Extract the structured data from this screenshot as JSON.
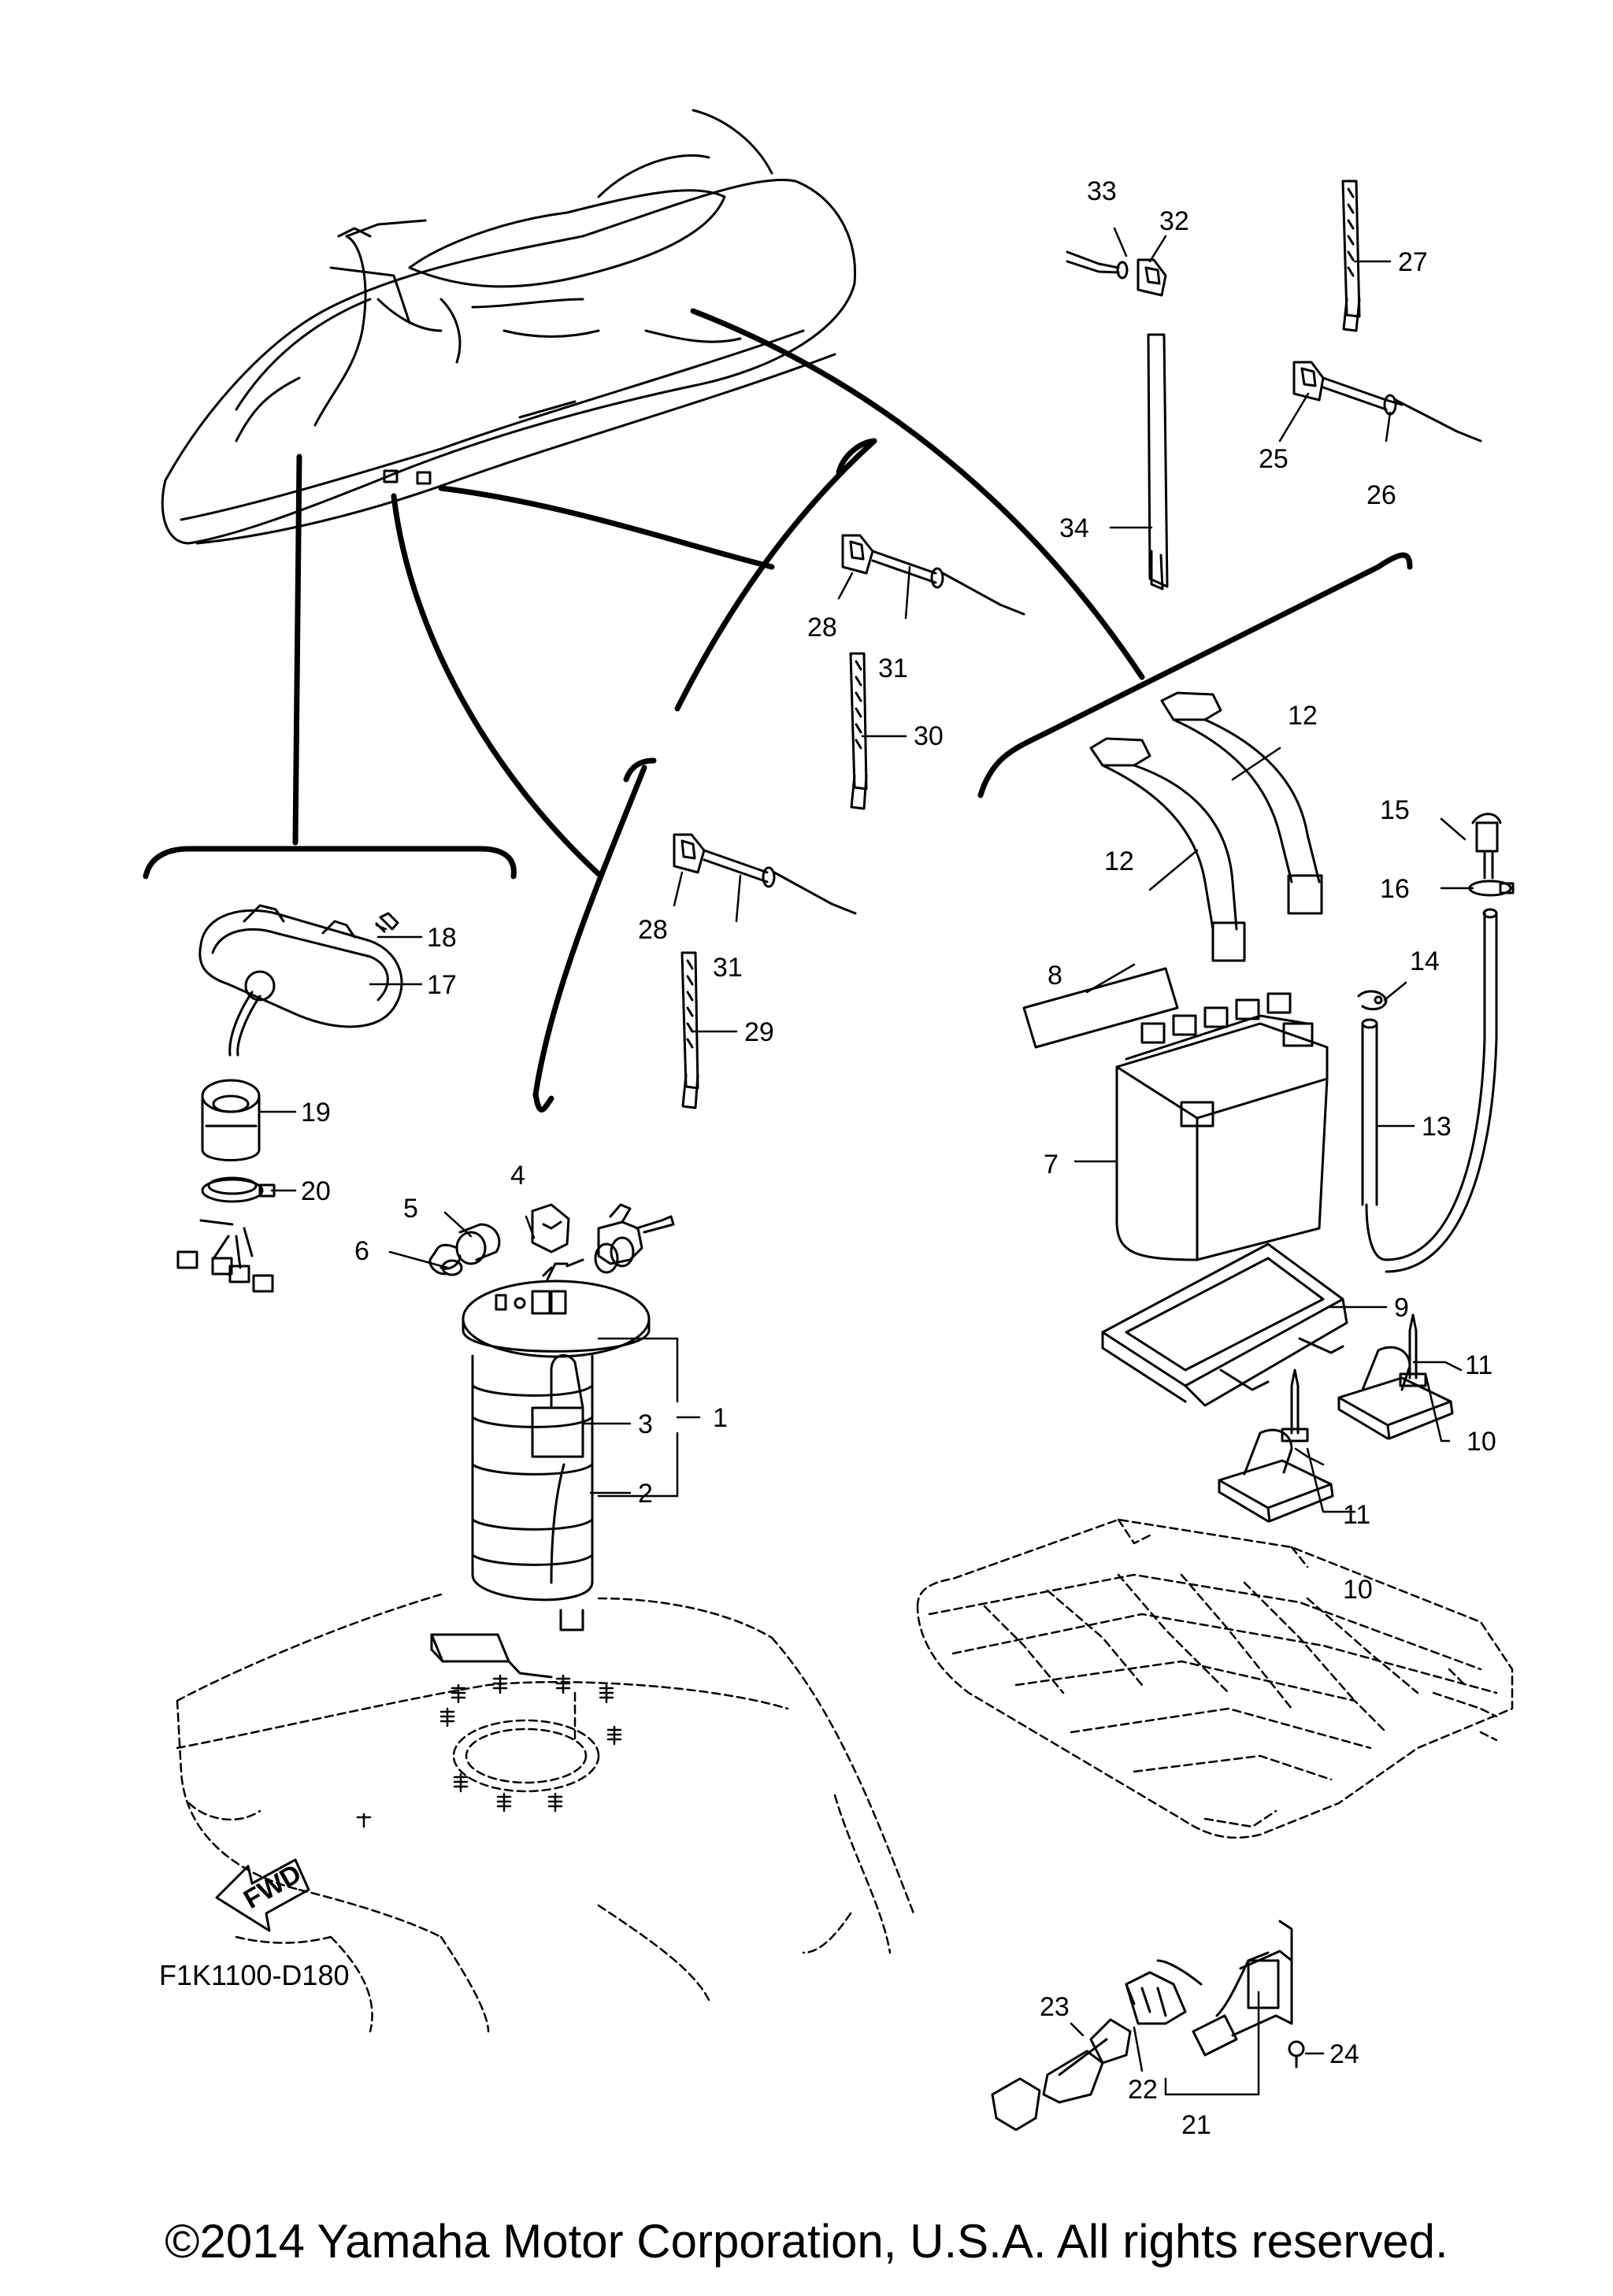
{
  "diagram": {
    "drawing_code": "F1K1100-D180",
    "copyright": "©2014 Yamaha Motor Corporation, U.S.A. All rights reserved.",
    "fwd_label": "FWD",
    "callouts": [
      "1",
      "2",
      "3",
      "4",
      "5",
      "6",
      "7",
      "8",
      "9",
      "10",
      "10",
      "11",
      "11",
      "12",
      "12",
      "13",
      "14",
      "15",
      "16",
      "17",
      "18",
      "19",
      "20",
      "21",
      "22",
      "23",
      "24",
      "25",
      "26",
      "27",
      "28",
      "28",
      "29",
      "30",
      "31",
      "31",
      "32",
      "33",
      "34"
    ]
  }
}
